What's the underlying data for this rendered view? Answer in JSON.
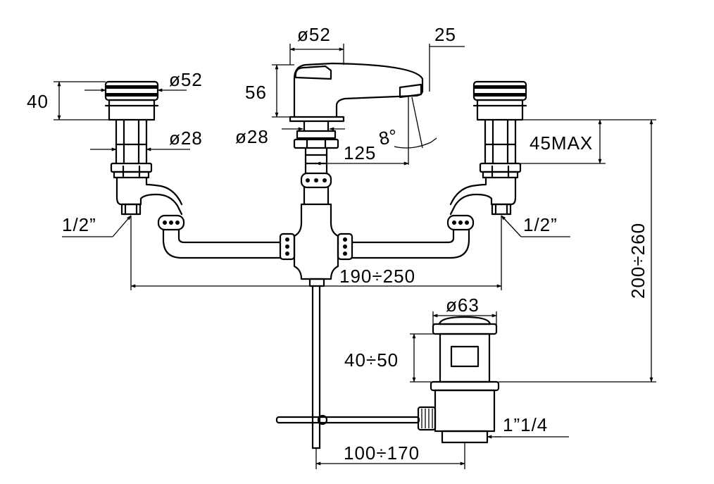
{
  "colors": {
    "line": "#000000",
    "background": "#ffffff"
  },
  "dimensions": {
    "spout_body_dia": "ø52",
    "spout_reach_offset": "25",
    "spout_height": "56",
    "spout_stem_dia": "ø28",
    "spout_angle": "8°",
    "spout_reach": "125",
    "handle_height": "40",
    "handle_dia": "ø52",
    "handle_stem_dia": "ø28",
    "deck_thickness": "45MAX",
    "left_thread": "1/2”",
    "right_thread": "1/2”",
    "inlet_spacing": "190÷250",
    "overall_height": "200÷260",
    "drain_dia": "ø63",
    "drain_height": "40÷50",
    "drain_thread": "1”1/4",
    "rod_offset": "100÷170"
  }
}
